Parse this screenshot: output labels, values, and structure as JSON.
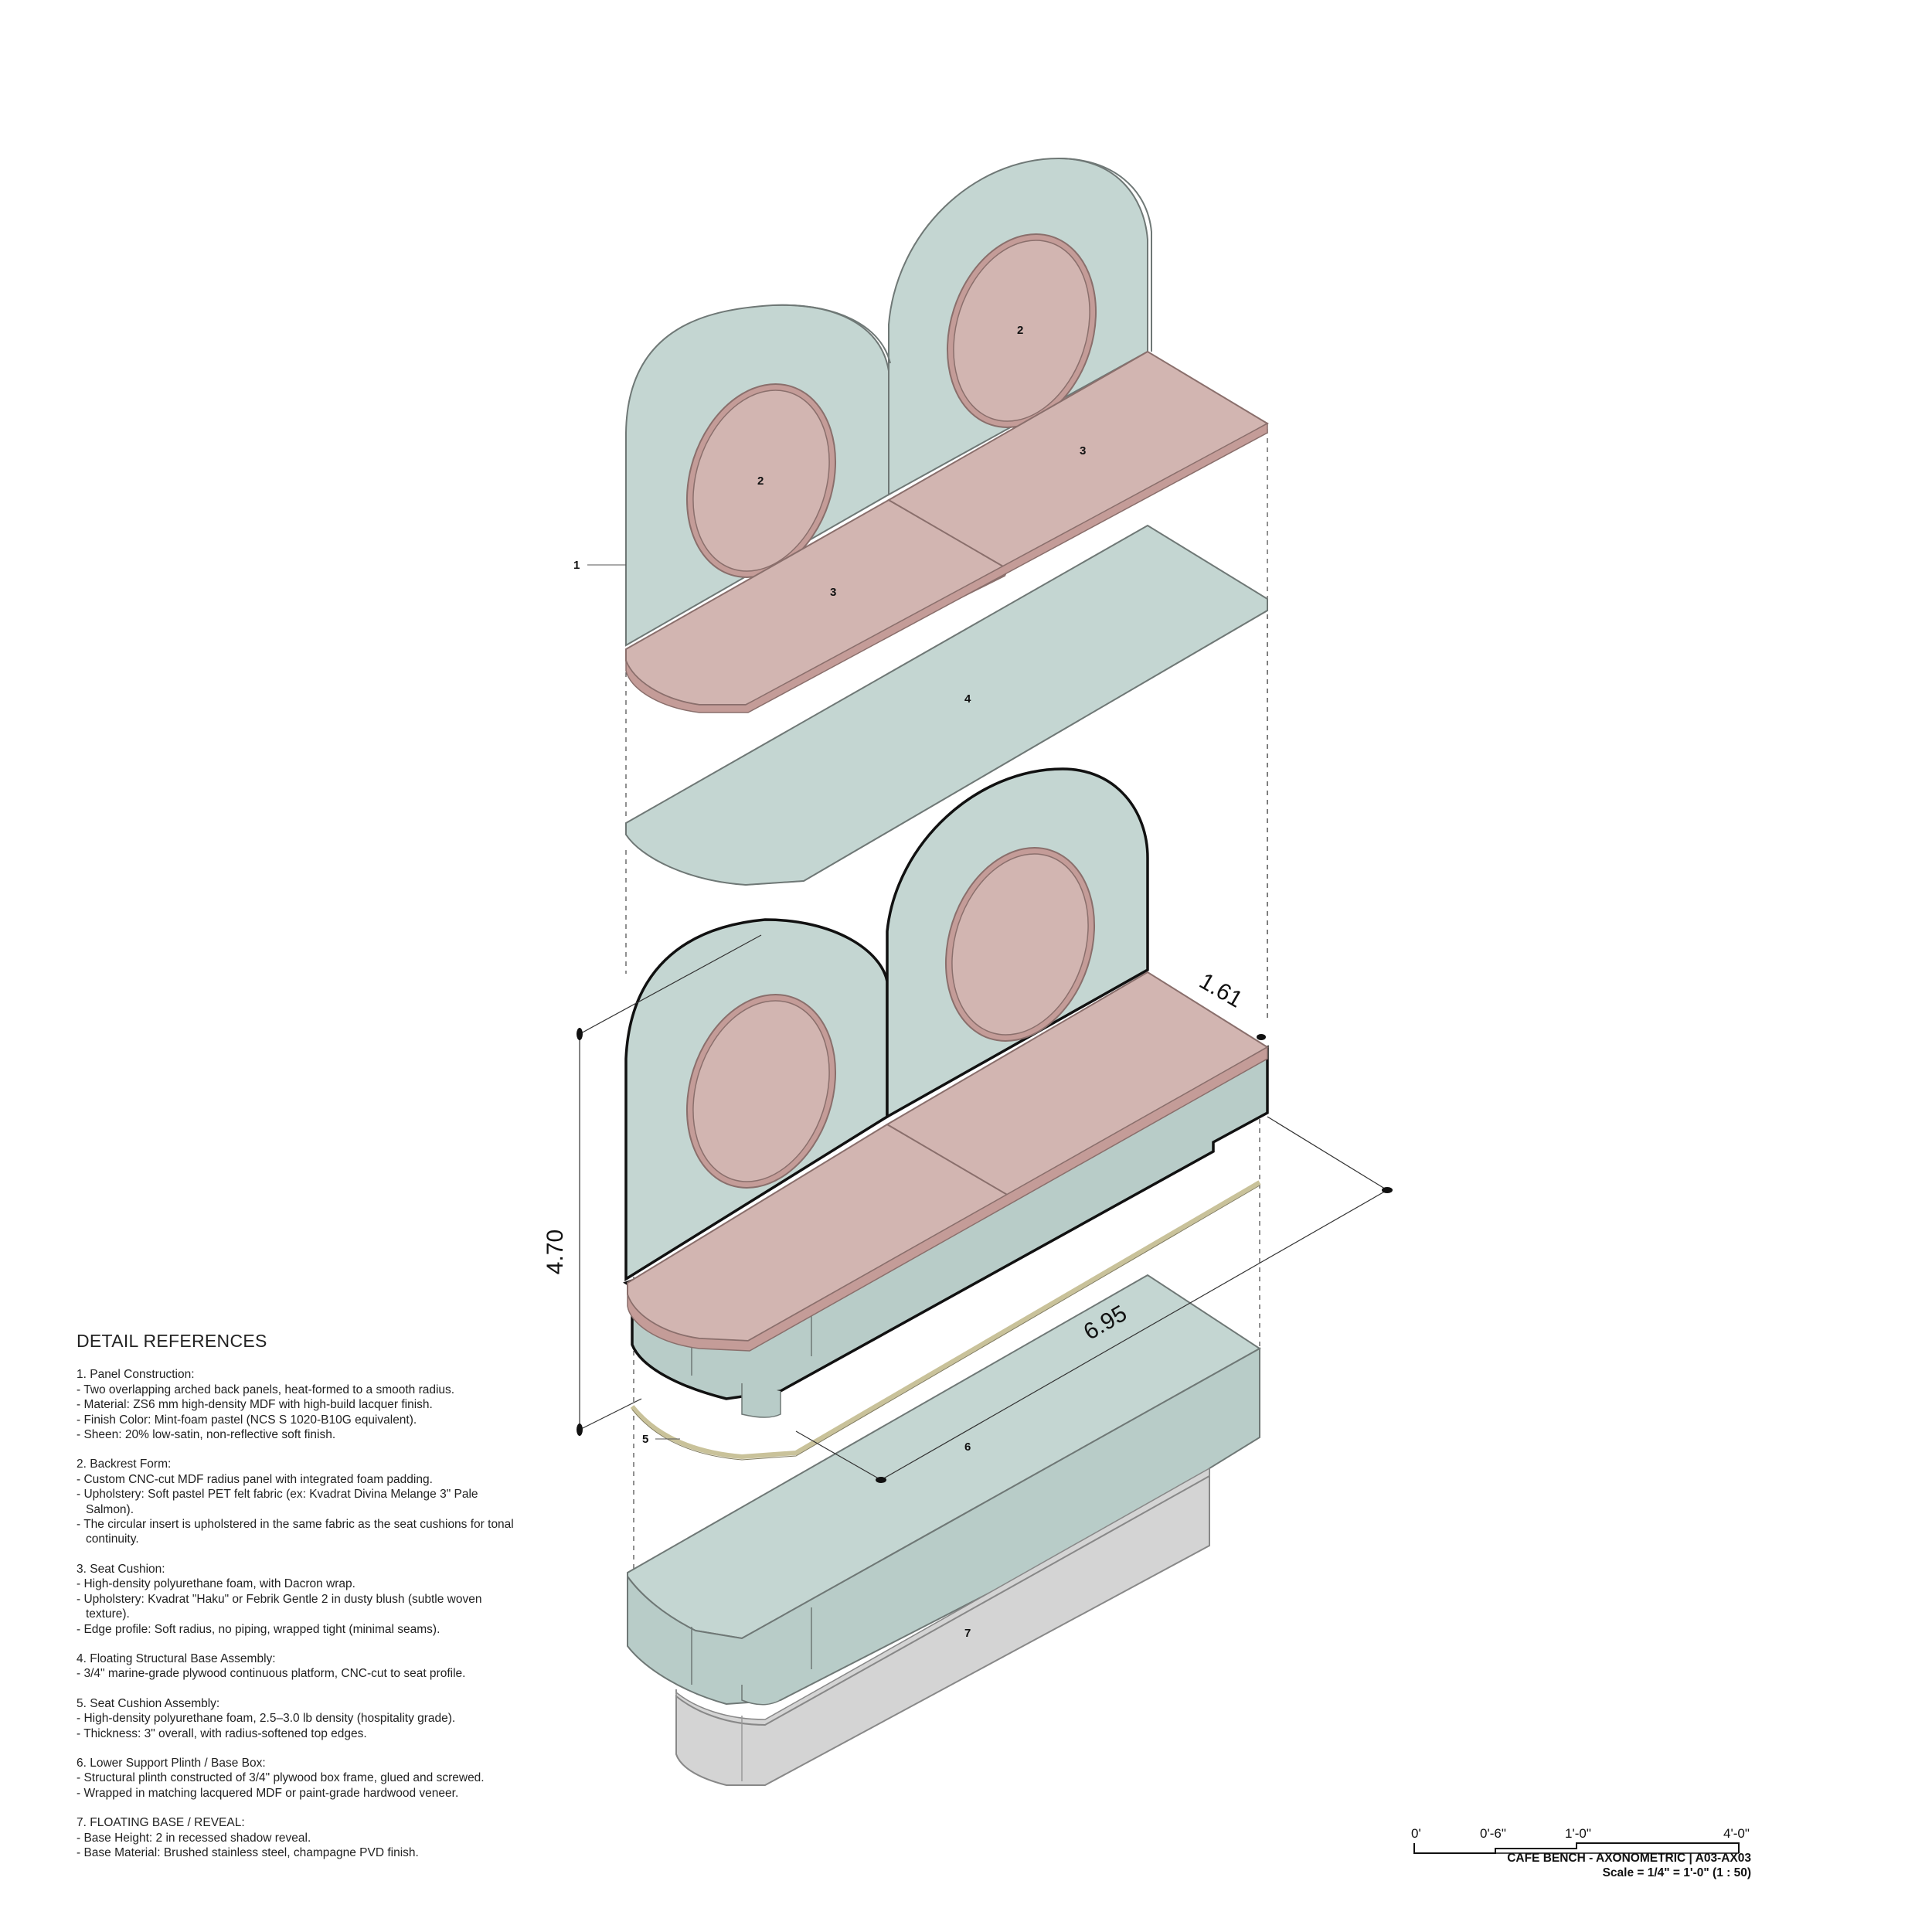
{
  "drawing": {
    "callouts": [
      "1",
      "2",
      "2",
      "3",
      "3",
      "4",
      "5",
      "6",
      "7"
    ],
    "dimensions": {
      "height": "4.70",
      "depth": "1.61",
      "length": "6.95"
    },
    "colors": {
      "panel": "#c4d6d2",
      "upholstery": "#d2b5b1",
      "upholstery_edge": "#c49c98",
      "reveal": "#c9c29a",
      "floating_base": "#d4d4d4",
      "outline": "#6f7876"
    }
  },
  "detail_references": {
    "title": "DETAIL REFERENCES",
    "sections": [
      {
        "heading": "1. Panel Construction:",
        "items": [
          "- Two overlapping arched back panels, heat-formed to a smooth radius.",
          "- Material: ZS6 mm high-density MDF with high-build lacquer finish.",
          "- Finish Color: Mint-foam pastel (NCS S 1020-B10G equivalent).",
          "- Sheen: 20% low-satin, non-reflective soft finish."
        ]
      },
      {
        "heading": "2. Backrest Form:",
        "items": [
          "- Custom CNC-cut MDF radius panel with integrated foam padding.",
          "- Upholstery: Soft pastel PET felt fabric (ex: Kvadrat Divina Melange 3\" Pale Salmon).",
          "- The circular insert is upholstered in the same fabric as the seat cushions for tonal continuity."
        ]
      },
      {
        "heading": "3. Seat Cushion:",
        "items": [
          "- High-density polyurethane foam, with Dacron wrap.",
          "- Upholstery: Kvadrat \"Haku\" or Febrik Gentle 2 in dusty blush (subtle woven texture).",
          "- Edge profile: Soft radius, no piping, wrapped tight (minimal seams)."
        ]
      },
      {
        "heading": "4. Floating Structural Base Assembly:",
        "items": [
          "- 3/4\" marine-grade plywood continuous platform, CNC-cut to seat profile."
        ]
      },
      {
        "heading": "5. Seat Cushion Assembly:",
        "items": [
          "- High-density polyurethane foam, 2.5–3.0 lb density (hospitality grade).",
          "- Thickness: 3\" overall, with radius-softened top edges."
        ]
      },
      {
        "heading": "6. Lower Support Plinth / Base Box:",
        "items": [
          "- Structural plinth constructed of 3/4\" plywood box frame, glued and screwed.",
          "- Wrapped in matching lacquered MDF or paint-grade hardwood veneer."
        ]
      },
      {
        "heading": "7. FLOATING BASE / REVEAL:",
        "items": [
          "- Base Height: 2 in recessed shadow reveal.",
          "- Base Material: Brushed stainless steel, champagne PVD finish."
        ]
      }
    ]
  },
  "scale_bar": {
    "labels": [
      "0'",
      "0'-6\"",
      "1'-0\"",
      "4'-0\""
    ]
  },
  "title_block": {
    "title": "CAFE BENCH - AXONOMETRIC | A03-AX03",
    "scale": "Scale = 1/4\" = 1'-0\" (1 : 50)"
  }
}
